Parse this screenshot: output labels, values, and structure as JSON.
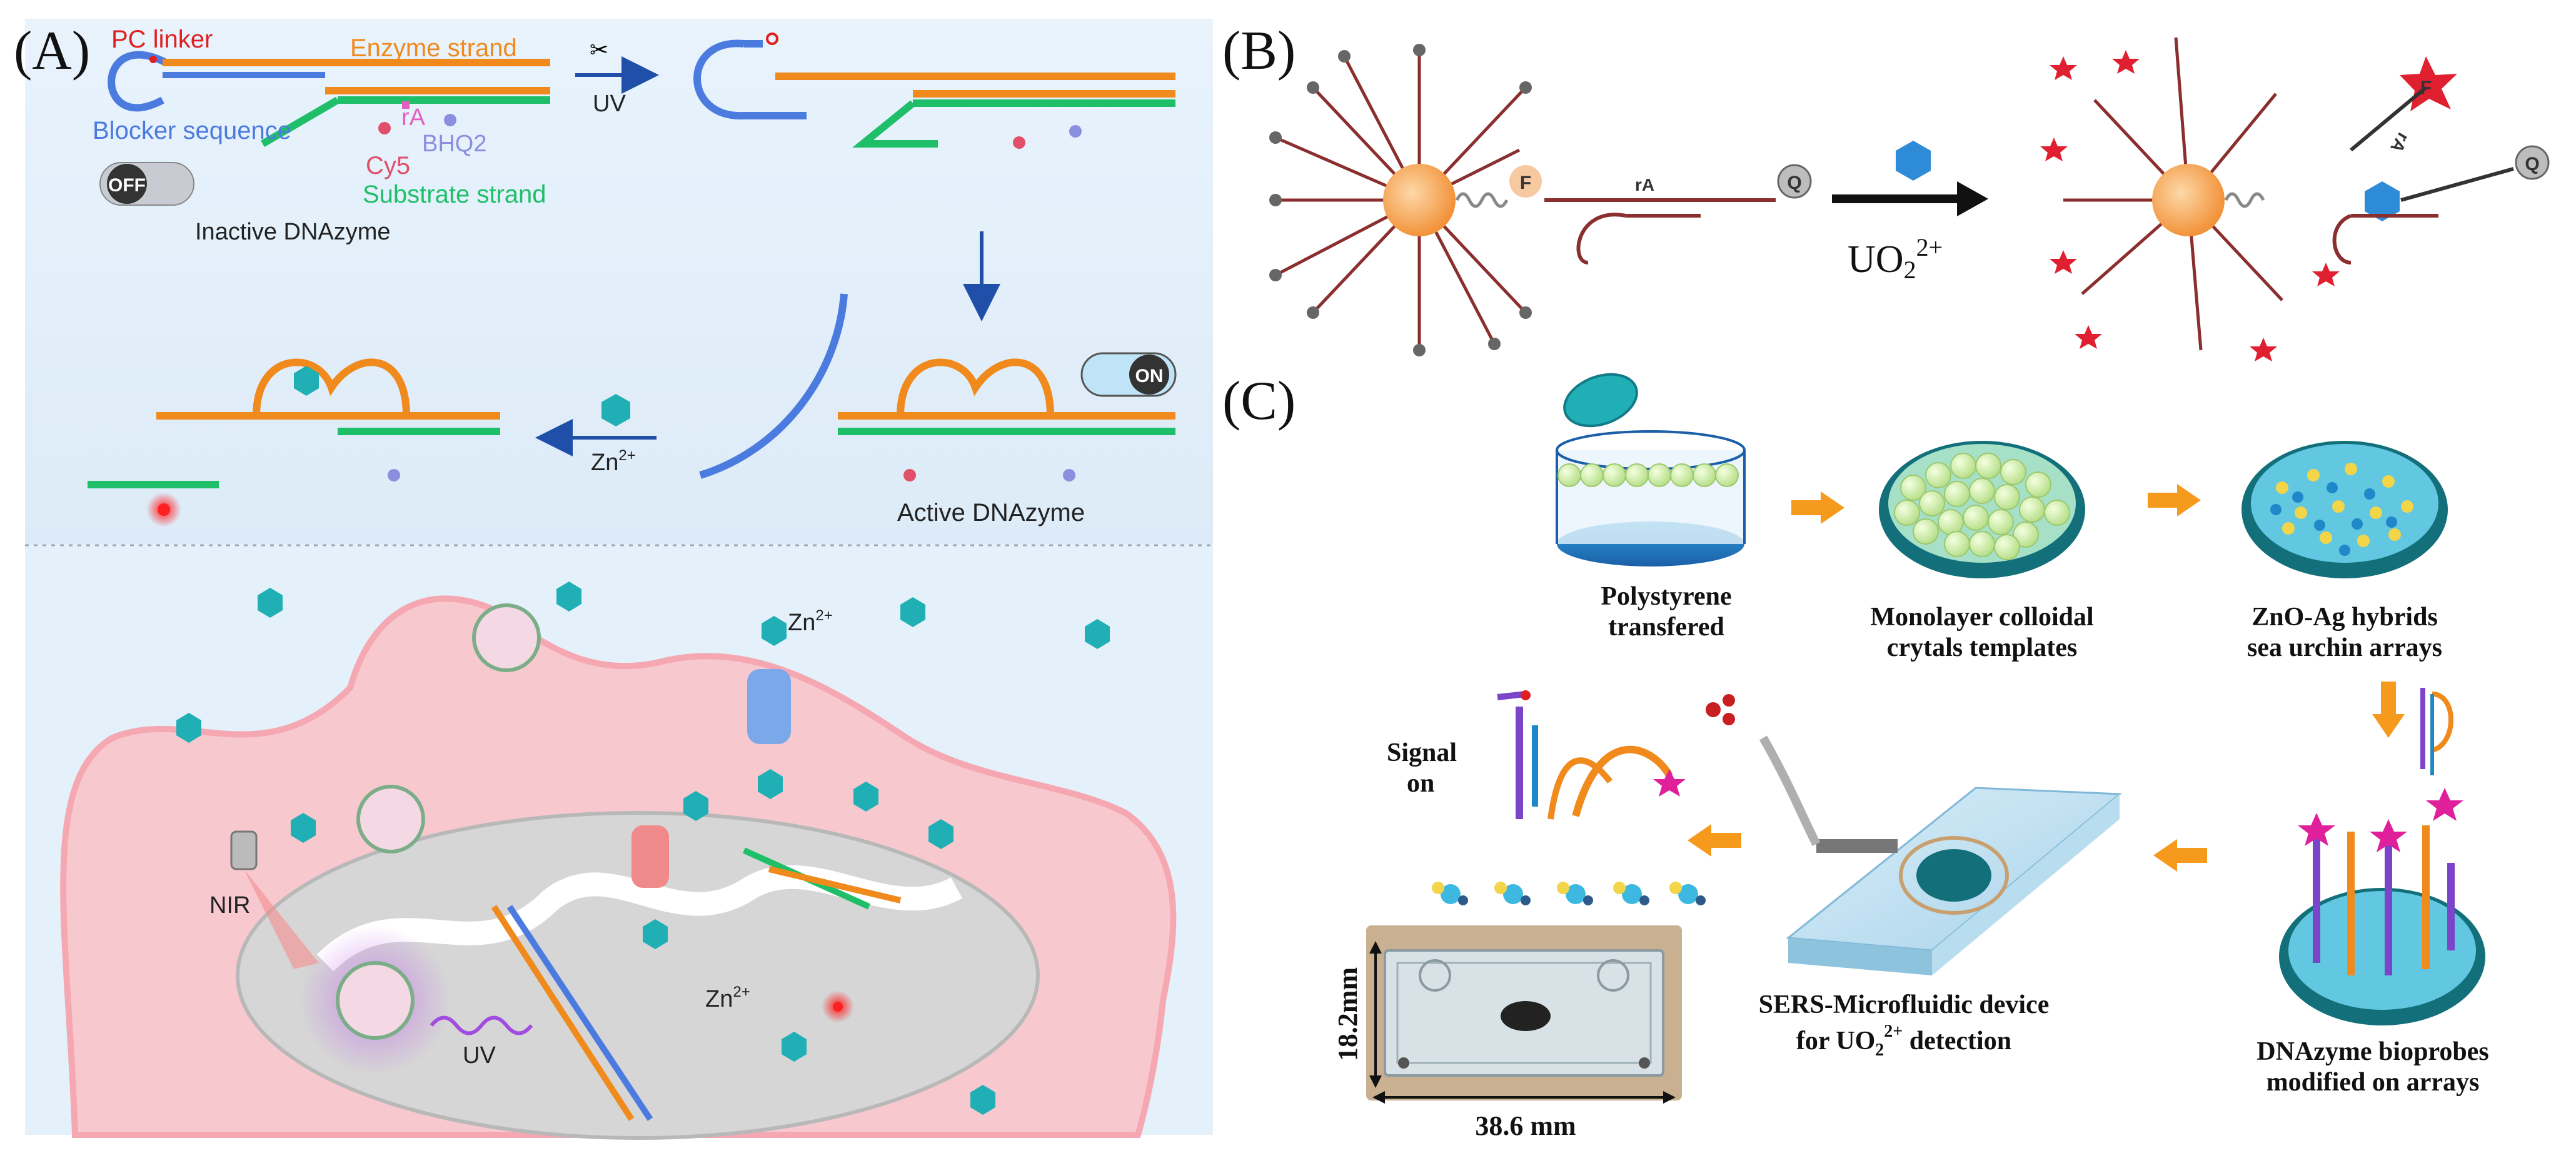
{
  "panels": {
    "a": {
      "label": "(A)",
      "texts": {
        "pc_linker": "PC linker",
        "enzyme_strand": "Enzyme strand",
        "blocker_sequence": "Blocker sequence",
        "ra": "rA",
        "bhq2": "BHQ2",
        "cy5": "Cy5",
        "substrate_strand": "Substrate strand",
        "off": "OFF",
        "inactive": "Inactive DNAzyme",
        "uv1": "UV",
        "on": "ON",
        "active": "Active DNAzyme",
        "zn1": "Zn",
        "zn2": "Zn",
        "zn3": "Zn",
        "znsup": "2+",
        "nir": "NIR",
        "uv2": "UV"
      }
    },
    "b": {
      "label": "(B)",
      "texts": {
        "f1": "F",
        "ra": "rA",
        "q1": "Q",
        "q2": "Q",
        "f2": "F",
        "ra2": "rA",
        "uo2": "UO",
        "uo2_sub": "2",
        "uo2_sup": "2+"
      }
    },
    "c": {
      "label": "(C)",
      "texts": {
        "step1_l1": "Polystyrene",
        "step1_l2": "transfered",
        "step2_l1": "Monolayer colloidal",
        "step2_l2": "crytals templates",
        "step3_l1": "ZnO-Ag hybrids",
        "step3_l2": "sea urchin arrays",
        "step4_l1": "DNAzyme bioprobes",
        "step4_l2": "modified on arrays",
        "step5_l1": "SERS-Microfluidic device",
        "step5_l2a": "for UO",
        "step5_l2b": "2",
        "step5_l2c": "2+",
        "step5_l2d": " detection",
        "signal_l1": "Signal",
        "signal_l2": "on",
        "dim_h": "18.2mm",
        "dim_w": "38.6 mm"
      }
    }
  },
  "colors": {
    "enzyme": "#F08A1C",
    "blocker": "#4C7BE0",
    "substrate": "#1FBF6A",
    "pc_linker": "#E02020",
    "cy5": "#E0506A",
    "bhq2": "#8A8FE0",
    "ra": "#E060C0",
    "zn_ion": "#1FAFB5",
    "cell": "#F7C9CF",
    "mito": "#DADADA",
    "bg_top": "#E6F2FB",
    "arrow_dark": "#1F4FA8",
    "arrow_orange": "#F59A1C",
    "dna_brown": "#8B2E2E",
    "np_orange": "#F7A95A",
    "star_red": "#E02030",
    "hex_blue": "#2E8BD8"
  }
}
